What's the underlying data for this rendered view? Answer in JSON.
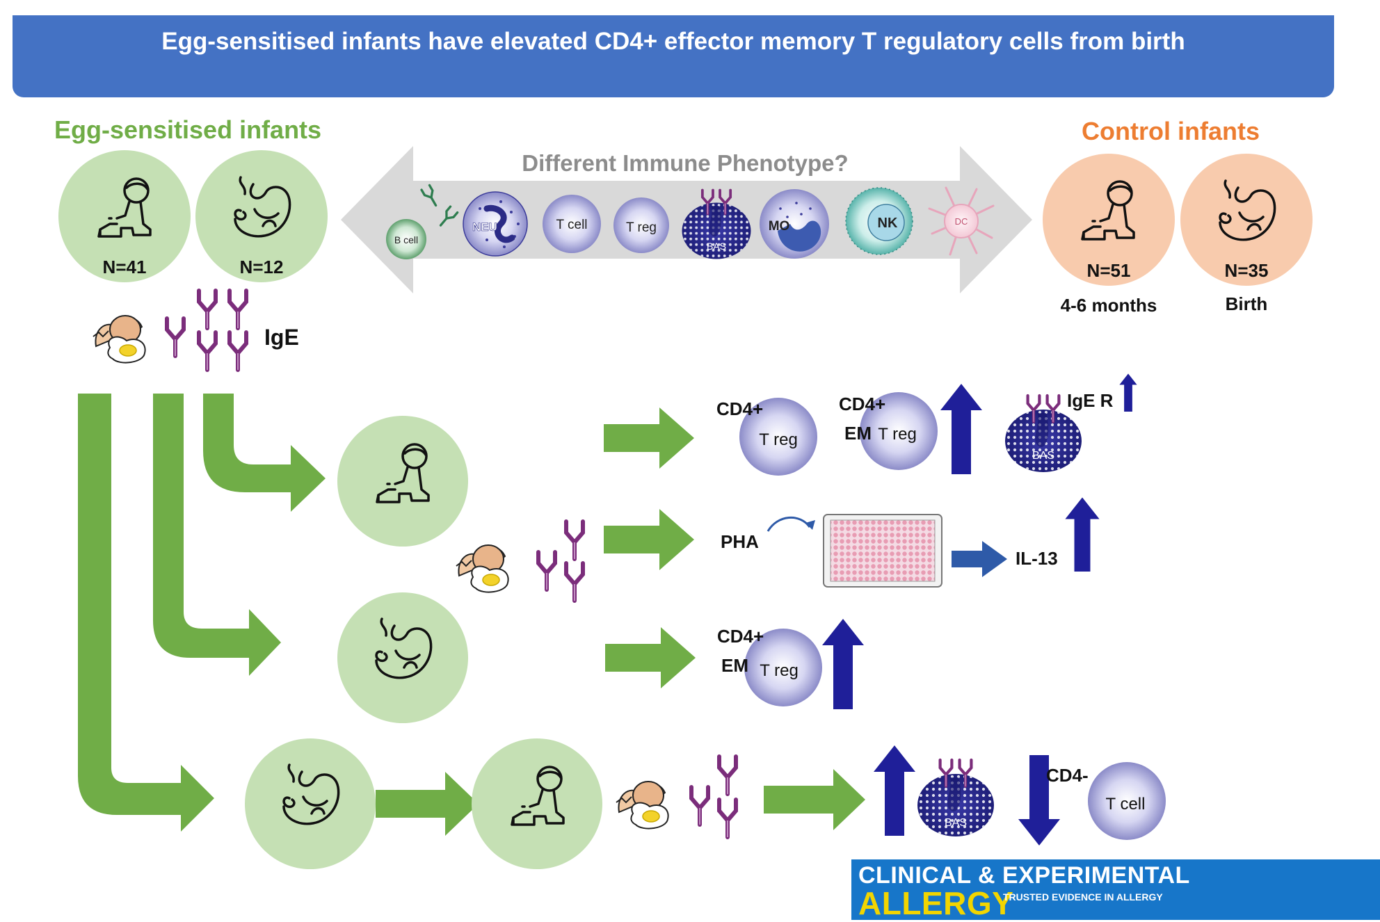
{
  "title": "Egg-sensitised infants have elevated CD4+ effector memory T regulatory cells from birth",
  "groups": {
    "sensitised": {
      "label": "Egg-sensitised infants",
      "n_infant": "N=41",
      "n_newborn": "N=12",
      "color": "#70ad47"
    },
    "control": {
      "label": "Control infants",
      "n_infant": "N=51",
      "n_newborn": "N=35",
      "age_infant": "4-6 months",
      "age_newborn": "Birth",
      "color": "#ed7d31"
    }
  },
  "phenotype_question": "Different Immune Phenotype?",
  "cells": {
    "bcell": "B cell",
    "neu": "NEU",
    "tcell": "T cell",
    "treg": "T reg",
    "bas": "BAS",
    "mo": "MO",
    "nk": "NK",
    "dc": "DC"
  },
  "ige_label": "IgE",
  "findings": {
    "row1": {
      "cd4_label": "CD4+",
      "cd4em_label_1": "CD4+",
      "cd4em_label_2": "EM",
      "treg": "T reg",
      "ige_r": "IgE R",
      "bas": "BAS",
      "direction": "up"
    },
    "row2": {
      "stimulus": "PHA",
      "cytokine": "IL-13",
      "direction": "up"
    },
    "row3": {
      "cd4em_label_1": "CD4+",
      "cd4em_label_2": "EM",
      "treg": "T reg",
      "direction": "up"
    },
    "row4": {
      "bas": "BAS",
      "cd4neg_label": "CD4-",
      "tcell": "T cell",
      "bas_direction": "up",
      "tcell_direction": "down"
    }
  },
  "journal": {
    "line1": "CLINICAL & EXPERIMENTAL",
    "line2": "ALLERGY",
    "tagline": "TRUSTED EVIDENCE IN ALLERGY"
  },
  "colors": {
    "banner": "#4472c4",
    "green_arrow": "#70ad47",
    "green_circle": "#c5e0b4",
    "orange_circle": "#f8cbad",
    "navy_arrow": "#1f1f99",
    "antibody": "#7b2d7b",
    "gray_arrow": "#d9d9d9"
  }
}
